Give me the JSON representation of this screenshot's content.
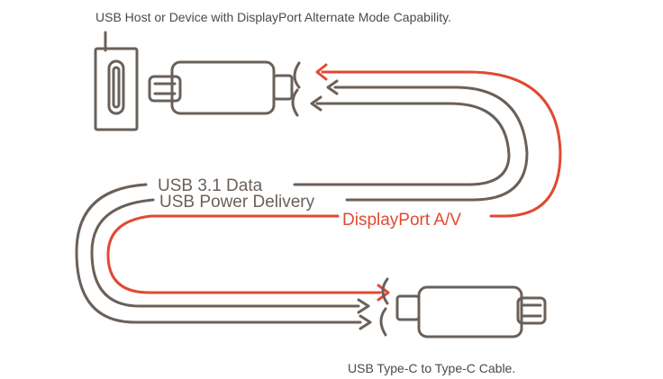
{
  "header_caption": "USB Host or Device with DisplayPort Alternate Mode Capability.",
  "footer_caption": "USB Type-C to Type-C Cable.",
  "signals": {
    "data": "USB 3.1 Data",
    "power": "USB Power Delivery",
    "displayport": "DisplayPort A/V"
  },
  "colors": {
    "line": "#6a605a",
    "accent": "#e04a34",
    "text": "#4a4a4a"
  },
  "icons": [
    "usb-c-port-icon",
    "usb-c-plug-icon",
    "cable-break-icon",
    "arrowhead-icon"
  ]
}
